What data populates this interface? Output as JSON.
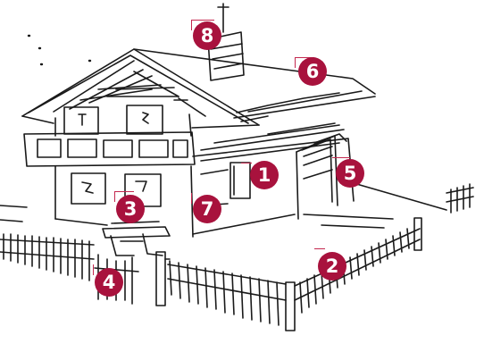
{
  "colors": {
    "marker": "#a8123d",
    "marker_text": "#ffffff",
    "ink": "#1a1a1a",
    "paper": "#ffffff"
  },
  "markers": [
    {
      "id": "1",
      "label": "1"
    },
    {
      "id": "2",
      "label": "2"
    },
    {
      "id": "3",
      "label": "3"
    },
    {
      "id": "4",
      "label": "4"
    },
    {
      "id": "5",
      "label": "5"
    },
    {
      "id": "6",
      "label": "6"
    },
    {
      "id": "7",
      "label": "7"
    },
    {
      "id": "8",
      "label": "8"
    }
  ]
}
